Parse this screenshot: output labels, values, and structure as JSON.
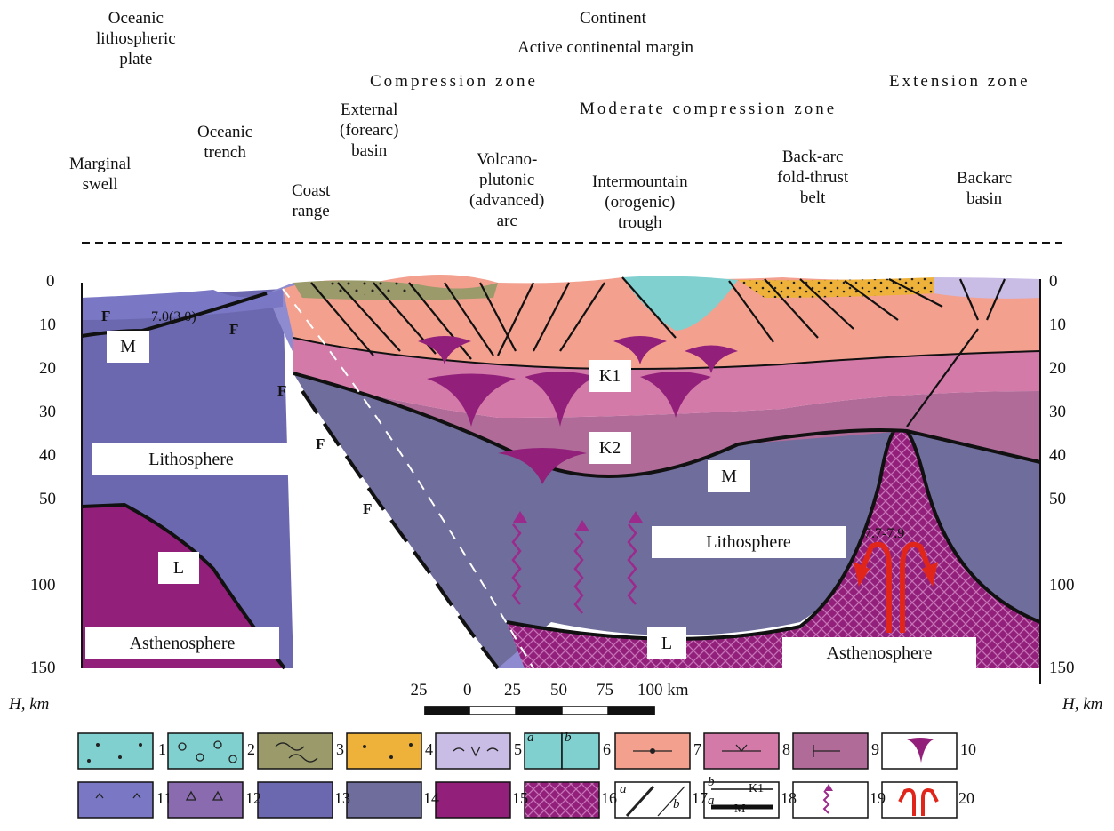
{
  "header": {
    "oceanic_plate": "Oceanic\nlithospheric\nplate",
    "continent": "Continent",
    "active_margin": "Active continental margin",
    "compression_zone": "Compression zone",
    "extension_zone": "Extension zone",
    "moderate_compression": "Moderate compression zone"
  },
  "units": {
    "marginal_swell": "Marginal\nswell",
    "oceanic_trench": "Oceanic\ntrench",
    "coast_range": "Coast\nrange",
    "forearc_basin": "External\n(forearc)\nbasin",
    "volcanic_arc": "Volcano-\nplutonic\n(advanced)\narc",
    "intermountain": "Intermountain\n(orogenic)\ntrough",
    "backarc_belt": "Back-arc\nfold-thrust\nbelt",
    "backarc_basin": "Backarc\nbasin"
  },
  "section_labels": {
    "lithosphere_left": "Lithosphere",
    "lithosphere_right": "Lithosphere",
    "asthenosphere_left": "Asthenosphere",
    "asthenosphere_right": "Asthenosphere",
    "M_left": "M",
    "M_right": "M",
    "L_left": "L",
    "L_right": "L",
    "K1": "K1",
    "K2": "K2",
    "F": "F",
    "velocity_left": "7.0(3.0)",
    "velocity_right": "7.7-7.9"
  },
  "depth_axis": {
    "ticks": [
      "0",
      "10",
      "20",
      "30",
      "40",
      "50",
      "100",
      "150"
    ],
    "label": "H, km"
  },
  "scale_bar": {
    "ticks": [
      "–25",
      "0",
      "25",
      "50",
      "75",
      "100 km"
    ]
  },
  "legend": {
    "items": [
      "1",
      "2",
      "3",
      "4",
      "5",
      "6",
      "7",
      "8",
      "9",
      "10",
      "11",
      "12",
      "13",
      "14",
      "15",
      "16",
      "17",
      "18",
      "19",
      "20"
    ],
    "sub_a": "a",
    "sub_b": "b",
    "k1": "K1",
    "m": "M"
  },
  "colors": {
    "oceanic_crust": "#7a78c4",
    "subducting_slab": "#8e8bd0",
    "lithosphere_mantle": "#6c68b0",
    "continental_lithosphere": "#6f6d9c",
    "upper_crust": "#f3a08f",
    "middle_crust": "#d37aa8",
    "lower_crust": "#b06b99",
    "asthenosphere": "#92207a",
    "forearc_fill": "#9a9a6a",
    "basin_teal": "#7fd0cf",
    "basin_orange": "#eeb23a",
    "backarc_lilac": "#c9bde6",
    "arrow_red": "#e0261b",
    "arrow_purple": "#9b2a8c"
  }
}
